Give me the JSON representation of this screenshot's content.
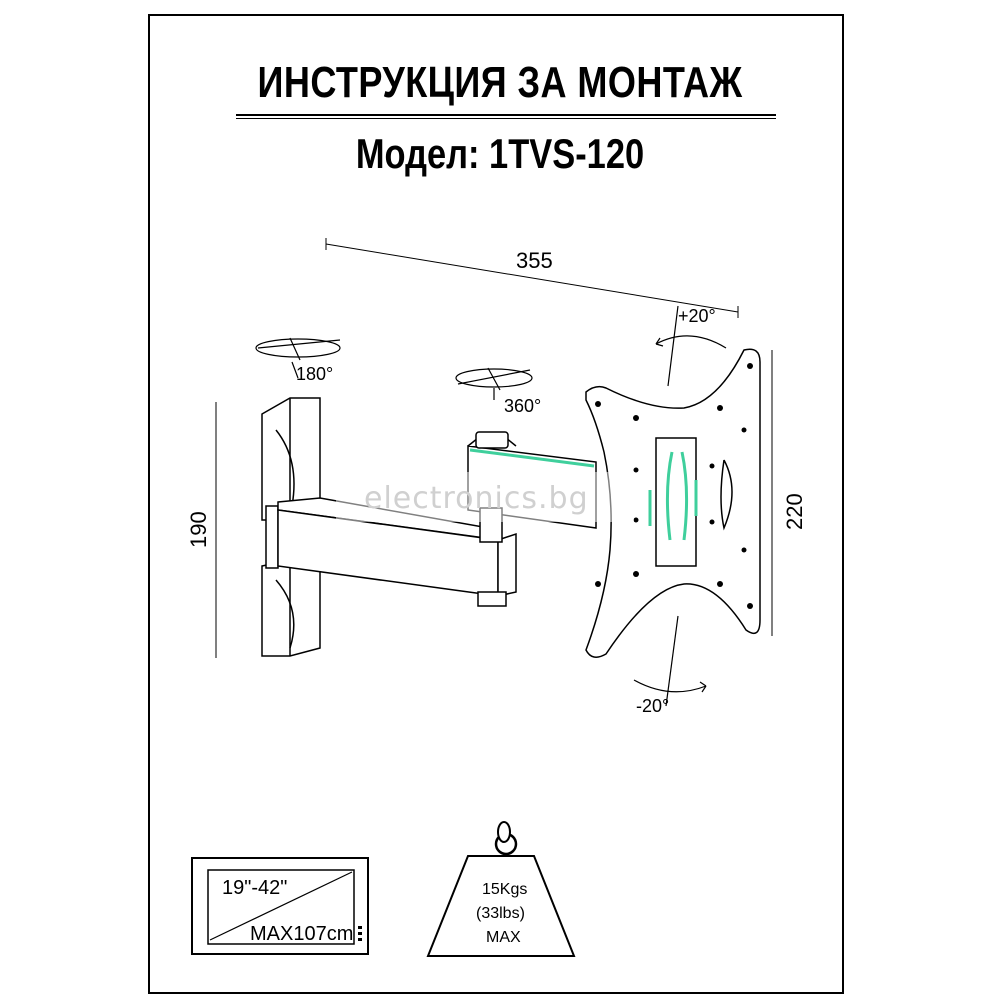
{
  "document": {
    "title": "ИНСТРУКЦИЯ ЗА МОНТАЖ",
    "model": "Модел: 1TVS-120"
  },
  "dimensions": {
    "width": "355",
    "height_wall": "190",
    "height_plate": "220"
  },
  "angles": {
    "wall_swivel": "180°",
    "arm_swivel": "360°",
    "tilt_up": "+20°",
    "tilt_down": "-20°"
  },
  "watermark": "electronics.bg",
  "screen_size": {
    "range": "19\"-42\"",
    "max": "MAX107cm"
  },
  "load": {
    "kgs": "15Kgs",
    "lbs": "(33lbs)",
    "max": "MAX"
  },
  "colors": {
    "accent": "#3fcf9c"
  },
  "icons": [
    "tv-screen-icon",
    "weight-icon"
  ]
}
